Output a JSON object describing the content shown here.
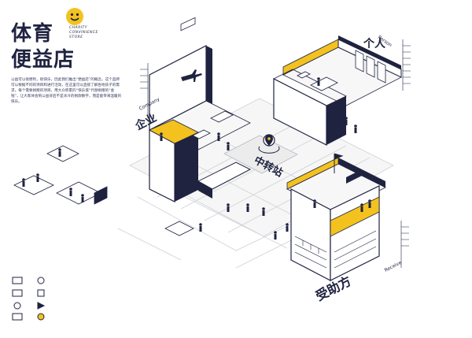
{
  "logo": {
    "title_line1": "体育",
    "title_line2": "便益店",
    "en_line1": "CHARITY",
    "en_line2": "CONVINIENCE",
    "en_line3": "STORE"
  },
  "intro_text": "公益可以很便利，很快乐，因此我们推出“便益店”的概念。这个品牌可以根据不同的项目和进行活动，在这里可以直接了解各地孩子的需求，每个需要捐赠的项目，用大众积累的“快乐值”代替捐赠的“金钱”，让大家体会到公益背后不是冰冷的捐款数字，而是能带来温暖的快乐。",
  "sections": {
    "company_cn": "企业",
    "company_en": "Company",
    "person_cn": "个人",
    "person_en": "Person",
    "recipient_cn": "受助方",
    "recipient_en": "Receive",
    "center": "中转站"
  },
  "colors": {
    "accent": "#f3c21f",
    "ink": "#1f2340",
    "floor": "#f3f3f3",
    "line": "#cfd1d8"
  }
}
